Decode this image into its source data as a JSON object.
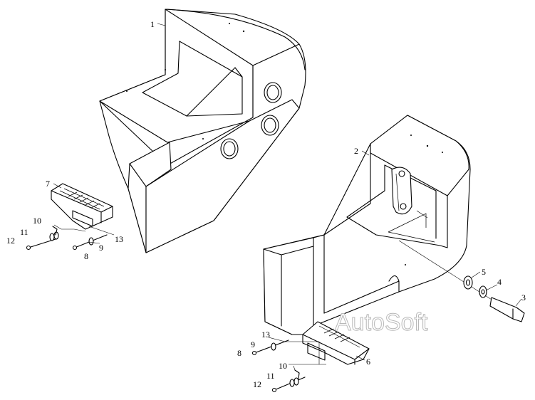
{
  "watermark": "AutoSoft",
  "callouts": [
    {
      "id": "1",
      "text": "1"
    },
    {
      "id": "2",
      "text": "2"
    },
    {
      "id": "3",
      "text": "3"
    },
    {
      "id": "4",
      "text": "4"
    },
    {
      "id": "5",
      "text": "5"
    },
    {
      "id": "6",
      "text": "6"
    },
    {
      "id": "7",
      "text": "7"
    },
    {
      "id": "8a",
      "text": "8"
    },
    {
      "id": "9a",
      "text": "9"
    },
    {
      "id": "10a",
      "text": "10"
    },
    {
      "id": "11a",
      "text": "11"
    },
    {
      "id": "12a",
      "text": "12"
    },
    {
      "id": "13a",
      "text": "13"
    },
    {
      "id": "8b",
      "text": "8"
    },
    {
      "id": "9b",
      "text": "9"
    },
    {
      "id": "10b",
      "text": "10"
    },
    {
      "id": "11b",
      "text": "11"
    },
    {
      "id": "12b",
      "text": "12"
    },
    {
      "id": "13b",
      "text": "13"
    }
  ]
}
